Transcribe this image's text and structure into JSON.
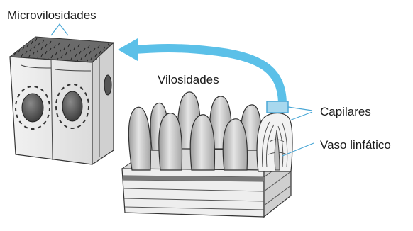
{
  "labels": {
    "microvilli": "Microvilosidades",
    "villi": "Vilosidades",
    "capillaries": "Capilares",
    "lymph_vessel": "Vaso linfático"
  },
  "colors": {
    "arrow": "#5bc0e8",
    "highlight_box": "#a8d8ee",
    "leader_lines": "#4aa7d6",
    "ink": "#333333",
    "tissue_light": "#e6e6e6",
    "tissue_mid": "#bdbdbd",
    "nucleus": "#555555"
  }
}
